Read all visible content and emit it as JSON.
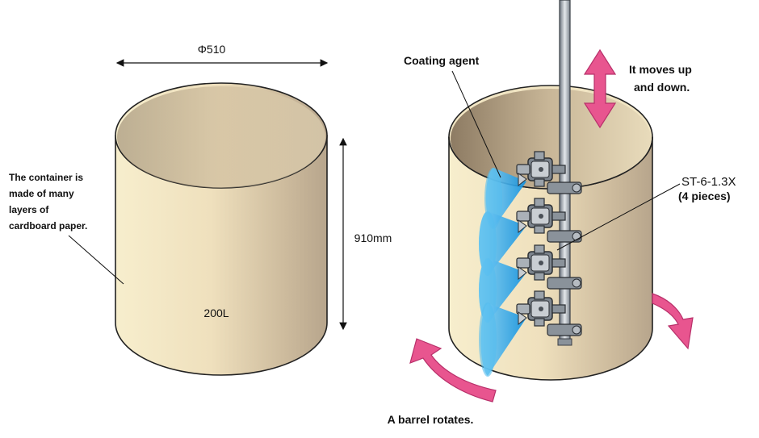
{
  "left_barrel": {
    "diameter_label": "Φ510",
    "height_label": "910mm",
    "volume_label": "200L",
    "material_note": [
      "The container is",
      "made of many",
      "layers of",
      "cardboard paper."
    ]
  },
  "right_barrel": {
    "coating_label": "Coating agent",
    "motion_label": [
      "It moves up",
      "and down."
    ],
    "nozzle_model": "ST-6-1.3X",
    "nozzle_count": "(4 pieces)",
    "rotation_label": "A barrel rotates."
  },
  "colors": {
    "barrel_light": "#f6ecc8",
    "barrel_dark": "#b9a68c",
    "interior": "#a69278",
    "spray": "#1aa0e6",
    "arrow_pink": "#e8558f",
    "rod": "#9aa3ad"
  }
}
